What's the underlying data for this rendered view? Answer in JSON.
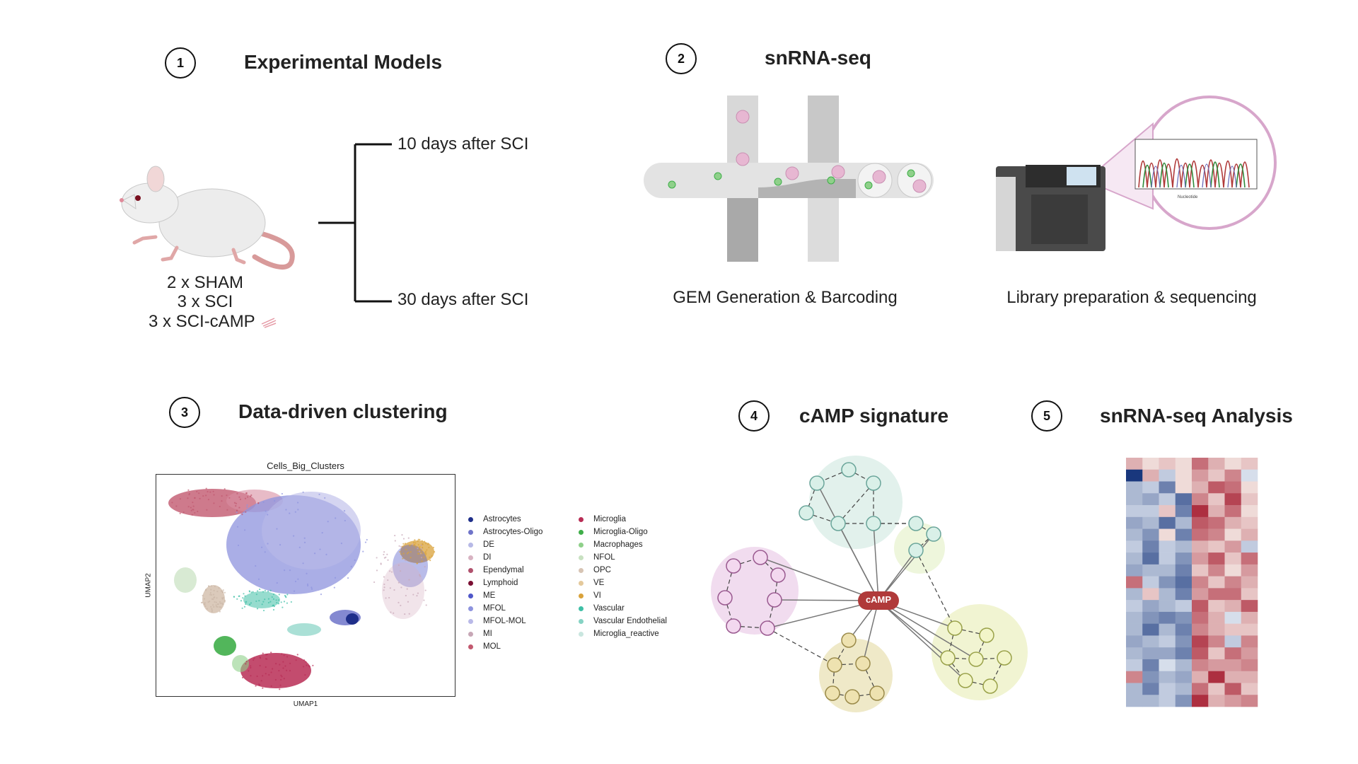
{
  "steps": {
    "s1": {
      "number": "1",
      "title": "Experimental Models"
    },
    "s2": {
      "number": "2",
      "title": "snRNA-seq"
    },
    "s3": {
      "number": "3",
      "title": "Data-driven clustering"
    },
    "s4": {
      "number": "4",
      "title": "cAMP signature"
    },
    "s5": {
      "number": "5",
      "title": "snRNA-seq Analysis"
    }
  },
  "models": {
    "groups": [
      "2 x SHAM",
      "3 x SCI",
      "3 x SCI-cAMP"
    ],
    "timepoints": [
      "10 days after SCI",
      "30 days after SCI"
    ]
  },
  "sequencing": {
    "gem_label": "GEM Generation & Barcoding",
    "library_label": "Library preparation & sequencing",
    "trace_axis": "Nucleotide"
  },
  "umap": {
    "title": "Cells_Big_Clusters",
    "xlabel": "UMAP1",
    "ylabel": "UMAP2",
    "legend_left": [
      {
        "name": "Astrocytes",
        "color": "#1f2f8a"
      },
      {
        "name": "Astrocytes-Oligo",
        "color": "#6f74c9"
      },
      {
        "name": "DE",
        "color": "#b7b9e6"
      },
      {
        "name": "DI",
        "color": "#d8b3c2"
      },
      {
        "name": "Ependymal",
        "color": "#b0516d"
      },
      {
        "name": "Lymphoid",
        "color": "#7a0f33"
      },
      {
        "name": "ME",
        "color": "#4f57c9"
      },
      {
        "name": "MFOL",
        "color": "#8d93de"
      },
      {
        "name": "MFOL-MOL",
        "color": "#b9b9e8"
      },
      {
        "name": "MI",
        "color": "#c7a7b6"
      },
      {
        "name": "MOL",
        "color": "#c2596f"
      }
    ],
    "legend_right": [
      {
        "name": "Microglia",
        "color": "#b82d55"
      },
      {
        "name": "Microglia-Oligo",
        "color": "#3fae49"
      },
      {
        "name": "Macrophages",
        "color": "#8fd08a"
      },
      {
        "name": "NFOL",
        "color": "#c8e1c1"
      },
      {
        "name": "OPC",
        "color": "#d7c4b4"
      },
      {
        "name": "VE",
        "color": "#e4c99b"
      },
      {
        "name": "VI",
        "color": "#d9a23a"
      },
      {
        "name": "Vascular",
        "color": "#3fbfa6"
      },
      {
        "name": "Vascular Endothelial",
        "color": "#86d3c4"
      },
      {
        "name": "Microglia_reactive",
        "color": "#c9e6df"
      }
    ]
  },
  "network": {
    "hub_label": "cAMP"
  },
  "heatmap": {
    "rows": [
      [
        0.3,
        0.1,
        0.2,
        0.1,
        0.6,
        0.3,
        0.1,
        0.2
      ],
      [
        -1.0,
        0.3,
        -0.2,
        0.1,
        0.4,
        0.2,
        0.5,
        -0.1
      ],
      [
        -0.3,
        -0.2,
        -0.6,
        0.1,
        0.3,
        0.7,
        0.6,
        0.1
      ],
      [
        -0.3,
        -0.4,
        -0.2,
        -0.7,
        0.5,
        0.2,
        0.8,
        0.2
      ],
      [
        -0.2,
        -0.2,
        0.2,
        -0.6,
        0.9,
        0.3,
        0.6,
        0.1
      ],
      [
        -0.4,
        -0.3,
        -0.7,
        -0.3,
        0.7,
        0.6,
        0.3,
        0.2
      ],
      [
        -0.3,
        -0.5,
        0.1,
        -0.6,
        0.6,
        0.5,
        0.1,
        0.3
      ],
      [
        -0.2,
        -0.6,
        -0.2,
        -0.3,
        0.3,
        0.2,
        0.4,
        -0.2
      ],
      [
        -0.3,
        -0.7,
        -0.2,
        -0.5,
        0.4,
        0.7,
        0.2,
        0.6
      ],
      [
        -0.4,
        -0.3,
        -0.3,
        -0.6,
        0.2,
        0.5,
        0.1,
        0.4
      ],
      [
        0.6,
        -0.2,
        -0.5,
        -0.7,
        0.5,
        0.2,
        0.5,
        0.3
      ],
      [
        -0.3,
        0.2,
        -0.3,
        -0.6,
        0.4,
        0.6,
        0.6,
        0.2
      ],
      [
        -0.2,
        -0.4,
        -0.3,
        -0.2,
        0.7,
        0.2,
        0.3,
        0.7
      ],
      [
        -0.3,
        -0.5,
        -0.6,
        -0.5,
        0.6,
        0.3,
        -0.1,
        0.3
      ],
      [
        -0.3,
        -0.7,
        -0.3,
        -0.6,
        0.5,
        0.3,
        0.2,
        0.2
      ],
      [
        -0.4,
        -0.3,
        -0.2,
        -0.5,
        0.8,
        0.5,
        -0.2,
        0.5
      ],
      [
        -0.3,
        -0.4,
        -0.4,
        -0.6,
        0.7,
        0.2,
        0.6,
        0.4
      ],
      [
        -0.2,
        -0.6,
        -0.1,
        -0.3,
        0.5,
        0.4,
        0.4,
        0.5
      ],
      [
        0.5,
        -0.5,
        -0.3,
        -0.4,
        0.3,
        0.9,
        0.3,
        0.3
      ],
      [
        -0.3,
        -0.6,
        -0.2,
        -0.3,
        0.6,
        0.2,
        0.7,
        0.2
      ],
      [
        -0.3,
        -0.3,
        -0.2,
        -0.5,
        0.9,
        0.3,
        0.4,
        0.5
      ]
    ]
  }
}
